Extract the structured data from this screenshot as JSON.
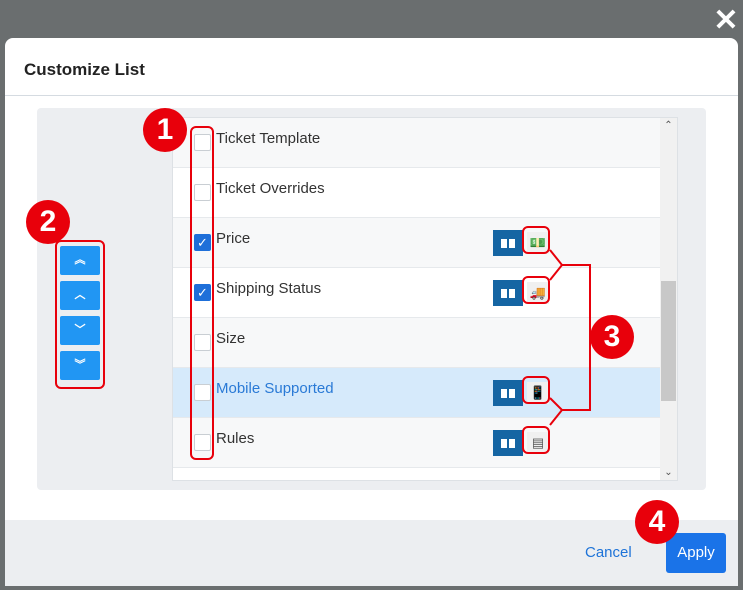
{
  "dialog": {
    "title": "Customize List",
    "close_icon": "close-icon"
  },
  "move_buttons": [
    {
      "name": "move-top",
      "glyph": "︽"
    },
    {
      "name": "move-up",
      "glyph": "︿"
    },
    {
      "name": "move-down",
      "glyph": "﹀"
    },
    {
      "name": "move-bottom",
      "glyph": "︾"
    }
  ],
  "items": [
    {
      "label": "Ticket Template",
      "checked": false
    },
    {
      "label": "Ticket Overrides",
      "checked": false
    },
    {
      "label": "Price",
      "checked": true,
      "icon": "money-icon",
      "glyph": "💵"
    },
    {
      "label": "Shipping Status",
      "checked": true,
      "icon": "truck-icon",
      "glyph": "🚚"
    },
    {
      "label": "Size",
      "checked": false
    },
    {
      "label": "Mobile Supported",
      "checked": false,
      "selected": true,
      "icon": "mobile-icon",
      "glyph": "📱"
    },
    {
      "label": "Rules",
      "checked": false,
      "icon": "list-icon",
      "glyph": "▤"
    }
  ],
  "footer": {
    "cancel": "Cancel",
    "apply": "Apply"
  },
  "annotations": [
    "1",
    "2",
    "3",
    "4"
  ]
}
